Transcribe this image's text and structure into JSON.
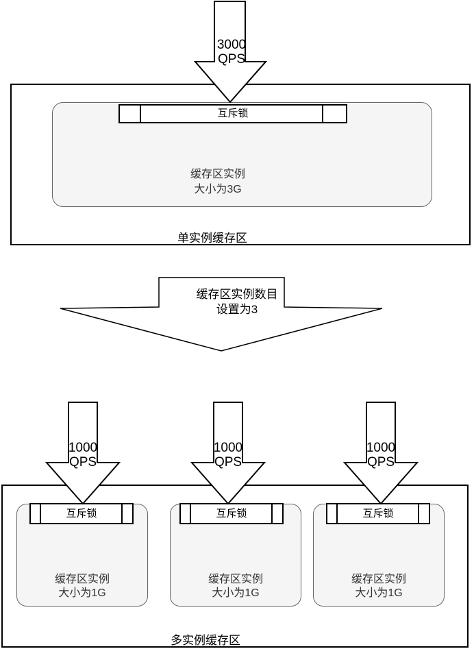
{
  "colors": {
    "background": "#ffffff",
    "box_border": "#000000",
    "instance_fill": "#f5f5f5",
    "instance_border": "#666666",
    "text": "#000000"
  },
  "single_section": {
    "qps_arrow": {
      "value": "3000",
      "unit": "QPS"
    },
    "label": "单实例缓存区",
    "instance": {
      "mutex_label": "互斥锁",
      "name": "缓存区实例",
      "size": "大小为3G"
    }
  },
  "transition_arrow": {
    "line1": "缓存区实例数目",
    "line2": "设置为3"
  },
  "multi_section": {
    "label": "多实例缓存区",
    "qps_arrows": [
      {
        "value": "1000",
        "unit": "QPS"
      },
      {
        "value": "1000",
        "unit": "QPS"
      },
      {
        "value": "1000",
        "unit": "QPS"
      }
    ],
    "instances": [
      {
        "mutex_label": "互斥锁",
        "name": "缓存区实例",
        "size": "大小为1G"
      },
      {
        "mutex_label": "互斥锁",
        "name": "缓存区实例",
        "size": "大小为1G"
      },
      {
        "mutex_label": "互斥锁",
        "name": "缓存区实例",
        "size": "大小为1G"
      }
    ]
  }
}
